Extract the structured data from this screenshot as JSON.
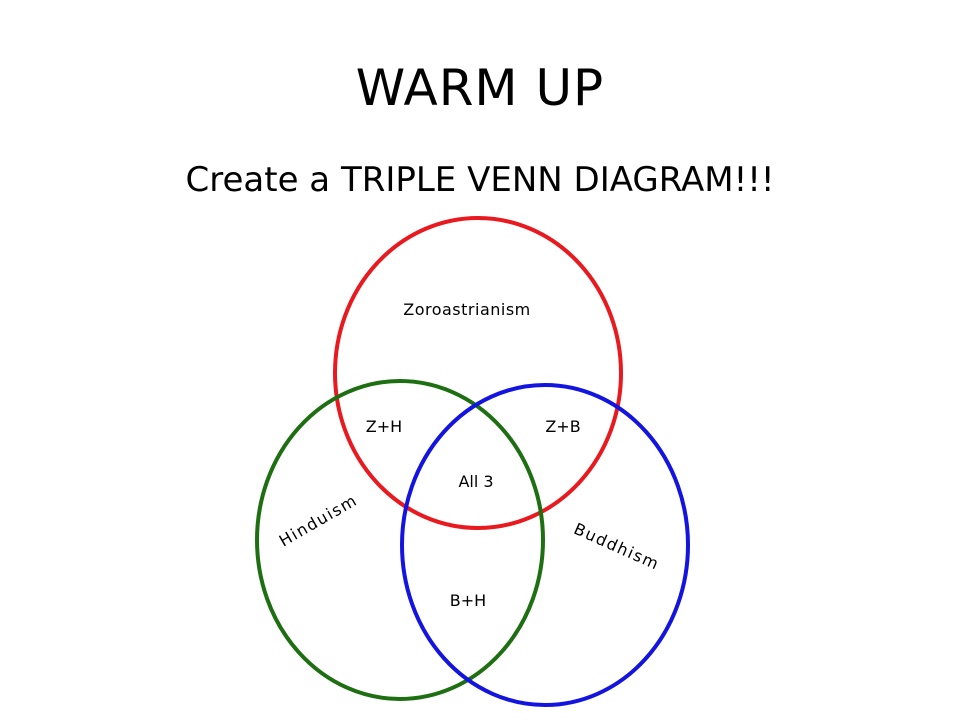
{
  "slide": {
    "title": "WARM UP",
    "subtitle": "Create a TRIPLE VENN DIAGRAM!!!"
  },
  "diagram": {
    "sets": [
      {
        "name": "Zoroastrianism",
        "color": "#e8191f"
      },
      {
        "name": "Hinduism",
        "color": "#1e6e12"
      },
      {
        "name": "Buddhism",
        "color": "#1414e0"
      }
    ],
    "regions": {
      "zoroastrianism_hinduism": "Z+H",
      "zoroastrianism_buddhism": "Z+B",
      "all_three": "All 3",
      "buddhism_hinduism": "B+H"
    }
  }
}
